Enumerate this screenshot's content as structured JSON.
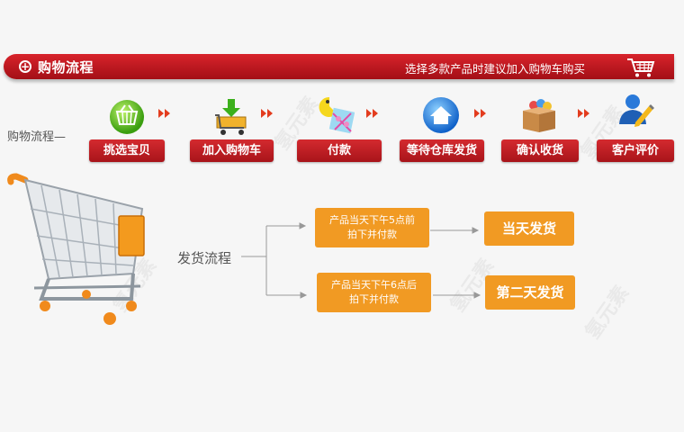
{
  "header": {
    "title": "购物流程",
    "subtitle": "选择多款产品时建议加入购物车购买"
  },
  "flow_label": "购物流程—",
  "steps": [
    {
      "label": "挑选宝贝",
      "icon": "basket-icon"
    },
    {
      "label": "加入购物车",
      "icon": "add-to-cart-icon"
    },
    {
      "label": "付款",
      "icon": "payment-icon"
    },
    {
      "label": "等待仓库发货",
      "icon": "home-warehouse-icon"
    },
    {
      "label": "确认收货",
      "icon": "package-box-icon"
    },
    {
      "label": "客户评价",
      "icon": "user-review-icon"
    }
  ],
  "shipping": {
    "label": "发货流程",
    "conditions": [
      {
        "line1": "产品当天下午5点前",
        "line2": "拍下并付款",
        "result": "当天发货"
      },
      {
        "line1": "产品当天下午6点后",
        "line2": "拍下并付款",
        "result": "第二天发货"
      }
    ]
  },
  "colors": {
    "brand_red": "#c4171e",
    "step_orange": "#f19a23"
  }
}
